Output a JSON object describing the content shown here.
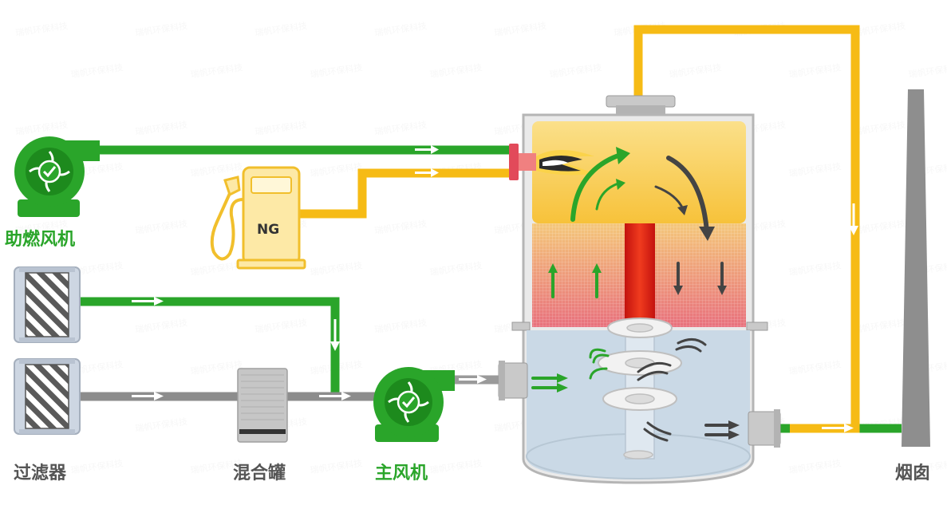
{
  "labels": {
    "combustion_fan": "助燃风机",
    "filter": "过滤器",
    "mixing_tank": "混合罐",
    "main_fan": "主风机",
    "chimney": "烟囱",
    "ng": "NG"
  },
  "colors": {
    "green_pipe": "#2aa52a",
    "yellow_pipe": "#f6bb15",
    "gray_pipe": "#8c8c8c",
    "label_green": "#2aa52a",
    "label_gray": "#555555",
    "vessel_top": "#f9c94a",
    "vessel_bottom": "#c8d8e6",
    "heater_red": "#e2231a"
  },
  "watermark": "瑞帆环保科技"
}
